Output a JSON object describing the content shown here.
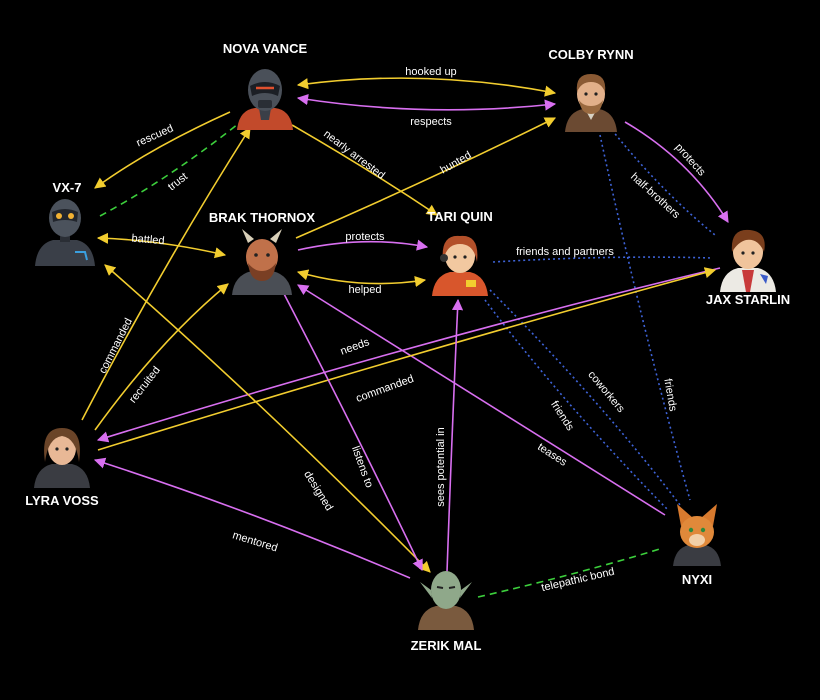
{
  "colors": {
    "background": "#000000",
    "yellow": "#f2cd2f",
    "magenta": "#d86ff0",
    "blue": "#3e63d8",
    "green": "#3ccf3c",
    "text": "#ffffff"
  },
  "nodes": [
    {
      "id": "nova",
      "name": "NOVA VANCE",
      "icon": "robot-helmet-avatar-icon"
    },
    {
      "id": "colby",
      "name": "COLBY RYNN",
      "icon": "bearded-man-avatar-icon"
    },
    {
      "id": "vx7",
      "name": "VX-7",
      "icon": "robot-avatar-icon"
    },
    {
      "id": "brak",
      "name": "BRAK THORNOX",
      "icon": "horned-warrior-avatar-icon"
    },
    {
      "id": "tari",
      "name": "TARI QUIN",
      "icon": "pilot-girl-avatar-icon"
    },
    {
      "id": "jax",
      "name": "JAX STARLIN",
      "icon": "young-pilot-avatar-icon"
    },
    {
      "id": "lyra",
      "name": "LYRA VOSS",
      "icon": "woman-commander-avatar-icon"
    },
    {
      "id": "nyxi",
      "name": "NYXI",
      "icon": "cat-alien-avatar-icon"
    },
    {
      "id": "zerik",
      "name": "ZERIK MAL",
      "icon": "green-alien-avatar-icon"
    }
  ],
  "edges": [
    {
      "from": "nova",
      "to": "colby",
      "label": "hooked up",
      "color": "yellow",
      "style": "solid"
    },
    {
      "from": "colby",
      "to": "nova",
      "label": "respects",
      "color": "magenta",
      "style": "solid"
    },
    {
      "from": "nova",
      "to": "vx7",
      "label": "rescued",
      "color": "yellow",
      "style": "solid"
    },
    {
      "from": "vx7",
      "to": "nova",
      "label": "trust",
      "color": "green",
      "style": "dashed"
    },
    {
      "from": "nova",
      "to": "tari",
      "label": "nearly arrested",
      "color": "yellow",
      "style": "solid"
    },
    {
      "from": "brak",
      "to": "colby",
      "label": "hunted",
      "color": "yellow",
      "style": "solid"
    },
    {
      "from": "colby",
      "to": "jax",
      "label": "protects",
      "color": "magenta",
      "style": "solid"
    },
    {
      "from": "colby",
      "to": "jax",
      "label": "half-brothers",
      "color": "blue",
      "style": "dotted"
    },
    {
      "from": "colby",
      "to": "nyxi",
      "label": "friends",
      "color": "blue",
      "style": "dotted"
    },
    {
      "from": "vx7",
      "to": "brak",
      "label": "battled",
      "color": "yellow",
      "style": "solid"
    },
    {
      "from": "brak",
      "to": "tari",
      "label": "protects",
      "color": "magenta",
      "style": "solid"
    },
    {
      "from": "tari",
      "to": "brak",
      "label": "helped",
      "color": "yellow",
      "style": "solid"
    },
    {
      "from": "tari",
      "to": "jax",
      "label": "friends and partners",
      "color": "blue",
      "style": "dotted"
    },
    {
      "from": "tari",
      "to": "nyxi",
      "label": "coworkers",
      "color": "blue",
      "style": "dotted"
    },
    {
      "from": "tari",
      "to": "nyxi",
      "label": "friends",
      "color": "blue",
      "style": "dotted"
    },
    {
      "from": "nyxi",
      "to": "brak",
      "label": "teases",
      "color": "magenta",
      "style": "solid"
    },
    {
      "from": "lyra",
      "to": "nova",
      "label": "commanded",
      "color": "yellow",
      "style": "solid"
    },
    {
      "from": "lyra",
      "to": "brak",
      "label": "recruited",
      "color": "yellow",
      "style": "solid"
    },
    {
      "from": "jax",
      "to": "lyra",
      "label": "needs",
      "color": "magenta",
      "style": "solid"
    },
    {
      "from": "lyra",
      "to": "jax",
      "label": "commanded",
      "color": "yellow",
      "style": "solid"
    },
    {
      "from": "vx7",
      "to": "zerik",
      "label": "designed",
      "color": "yellow",
      "style": "solid"
    },
    {
      "from": "brak",
      "to": "zerik",
      "label": "listens to",
      "color": "magenta",
      "style": "solid"
    },
    {
      "from": "zerik",
      "to": "tari",
      "label": "sees potential in",
      "color": "magenta",
      "style": "solid"
    },
    {
      "from": "zerik",
      "to": "lyra",
      "label": "mentored",
      "color": "magenta",
      "style": "solid"
    },
    {
      "from": "zerik",
      "to": "nyxi",
      "label": "telepathic bond",
      "color": "green",
      "style": "dashed"
    }
  ]
}
